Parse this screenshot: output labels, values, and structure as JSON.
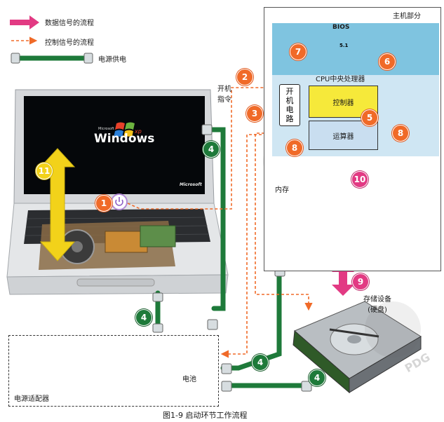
{
  "legend": {
    "data_flow": "数据信号的流程",
    "control_flow": "控制信号的流程",
    "power": "电源供电"
  },
  "labels": {
    "main_unit": "主机部分",
    "bios": "BIOS",
    "bios_chip_mark": "5.1",
    "cpu": "CPU中央处理器",
    "controller": "控制器",
    "alu": "运算器",
    "boot_circuit": [
      "开",
      "机",
      "电",
      "路"
    ],
    "boot_command": [
      "开机",
      "指令"
    ],
    "memory": "内存",
    "storage": [
      "存储设备",
      "(硬盘)"
    ],
    "adapter": "电源适配器",
    "battery": "电池",
    "windows_brand": "Microsoft",
    "windows_word": "Windows",
    "windows_xp": "xp",
    "microsoft_small": "Microsoft",
    "watermark": "PDG"
  },
  "steps": [
    "1",
    "2",
    "3",
    "4",
    "5",
    "6",
    "7",
    "8",
    "9",
    "10",
    "11"
  ],
  "caption": "图1-9    启动环节工作流程",
  "colors": {
    "data_arrow": "#e23a83",
    "control_arrow": "#f06a28",
    "power_cable": "#1e7a3a",
    "highlight_arrow": "#f2d21a",
    "bios_bg": "#7fc4e0",
    "cpu_bg": "#cfe6f3",
    "controller_bg": "#f6e93a"
  }
}
